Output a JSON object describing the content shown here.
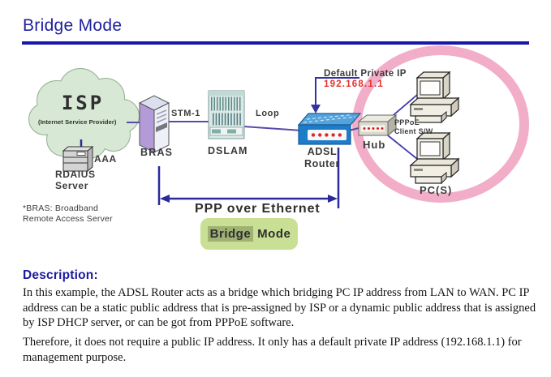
{
  "page": {
    "title": "Bridge Mode"
  },
  "colors": {
    "accent_navy": "#1a1a9e",
    "title_rule": "#1717ae",
    "ip_red": "#e8302a",
    "ring_pink": "#f2aec8",
    "badge_green": "#c8df94",
    "badge_highlight": "#9fb273",
    "router_blue": "#1e7cc8",
    "link_purple": "#5a4aa8",
    "arrow_navy": "#2a2a9a"
  },
  "diagram": {
    "isp": {
      "icon": "cloud-icon",
      "label": "ISP",
      "subtitle": "(Internet Service Provider)"
    },
    "aaa": {
      "icon": "server-box-icon",
      "label": "AAA"
    },
    "radius_server": {
      "line1": "RDAIUS",
      "line2": "Server"
    },
    "bras": {
      "icon": "server-tower-icon",
      "label": "BRAS"
    },
    "stm1": {
      "label": "STM-1"
    },
    "dslam": {
      "icon": "rack-icon",
      "label": "DSLAM"
    },
    "loop": {
      "label": "Loop"
    },
    "adsl_router": {
      "icon": "router-icon",
      "line1": "ADSL",
      "line2": "Router"
    },
    "default_ip": {
      "label": "Default Private IP",
      "value": "192.168.1.1"
    },
    "hub": {
      "icon": "hub-icon",
      "label": "Hub"
    },
    "pppoe_client": {
      "line1": "PPPoE",
      "line2": "Client S/W"
    },
    "pcs": {
      "icon": "pc-icon",
      "label": "PC(S)"
    },
    "ppp_over_ethernet": {
      "label": "PPP over Ethernet"
    },
    "bras_note": {
      "line1": "*BRAS: Broadband",
      "line2": "Remote Access Server"
    },
    "bridge_mode_badge": {
      "highlight": "Bridge",
      "rest": "Mode"
    }
  },
  "description": {
    "heading": "Description:",
    "paragraph1": "In this example, the ADSL Router acts as a bridge which bridging PC IP address from LAN to WAN. PC IP address can be a static public address that is pre-assigned by ISP or a dynamic public address that is assigned by ISP DHCP server, or can be got from PPPoE software.",
    "paragraph2": "Therefore, it does not require a public IP address. It only has a default private IP address (192.168.1.1) for management purpose."
  }
}
